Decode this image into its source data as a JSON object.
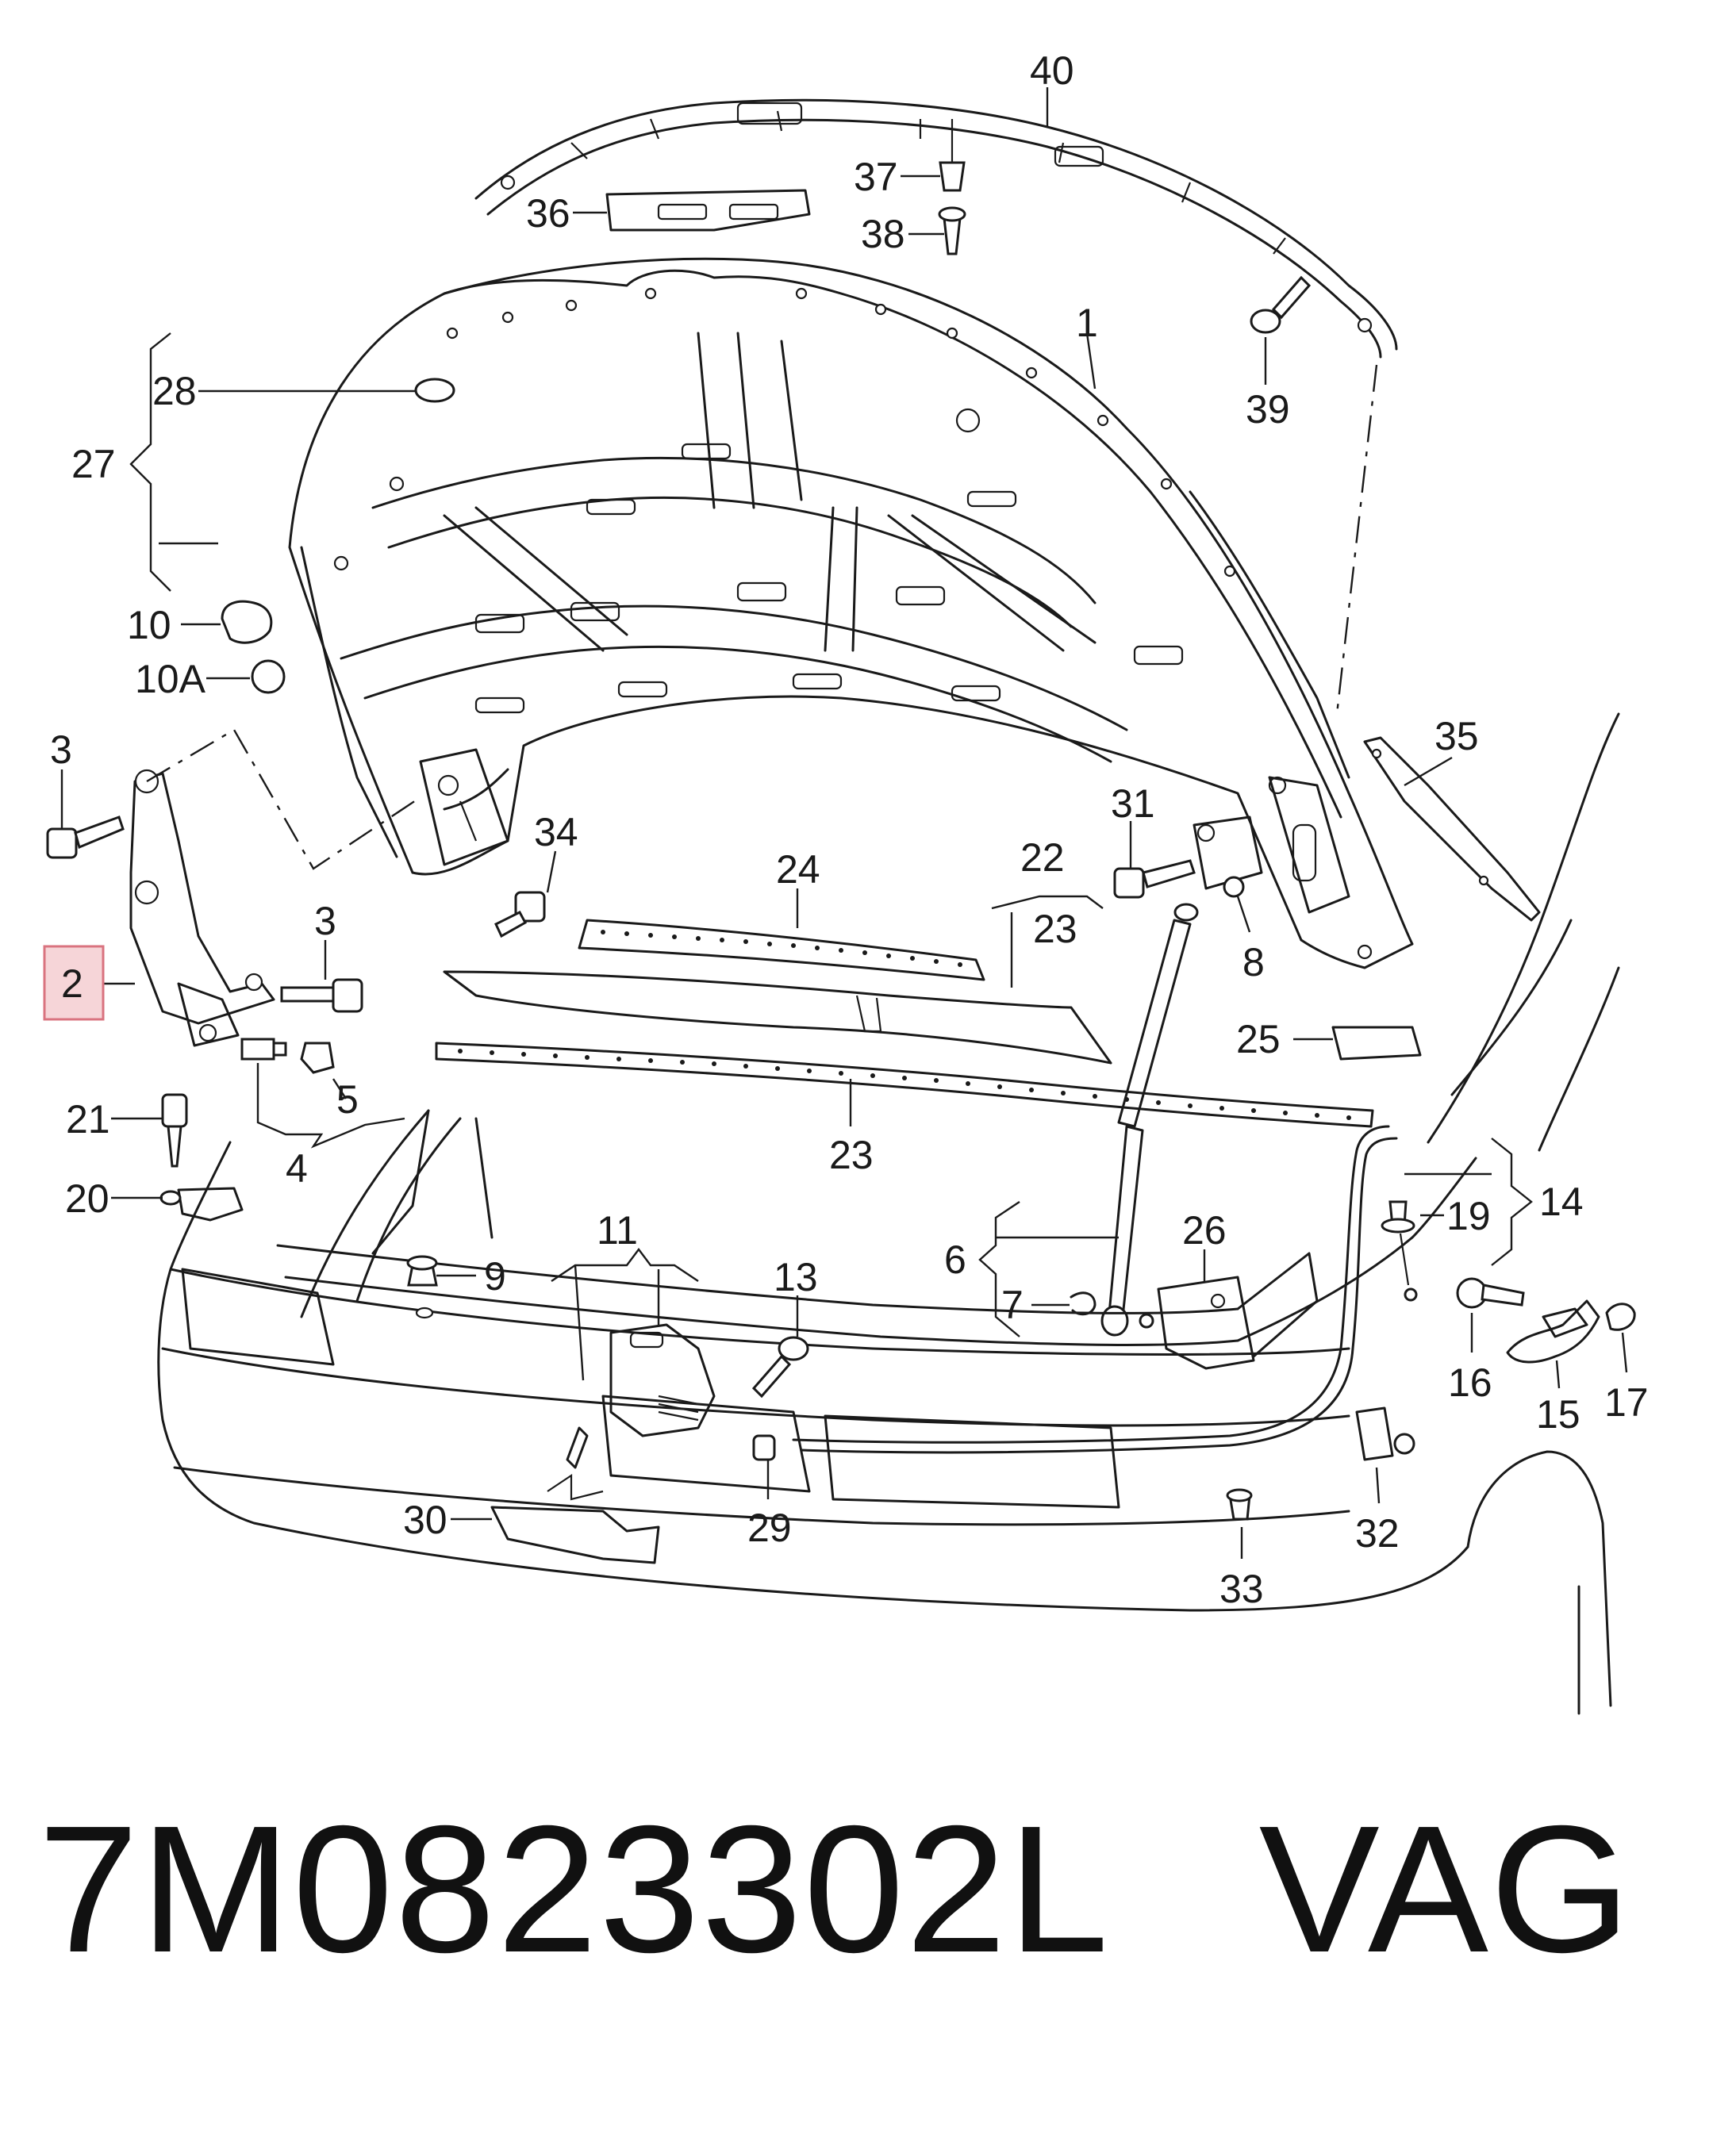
{
  "footer": {
    "part_number": "7M0823302L",
    "brand": "VAG"
  },
  "highlight_color": "#d9737f",
  "callouts": {
    "c40": "40",
    "c37": "37",
    "c38": "38",
    "c36": "36",
    "c1": "1",
    "c39": "39",
    "c28": "28",
    "c27": "27",
    "c10": "10",
    "c10A": "10A",
    "c3a": "3",
    "c3b": "3",
    "c2": "2",
    "c5": "5",
    "c4": "4",
    "c21": "21",
    "c20": "20",
    "c9": "9",
    "c34": "34",
    "c24": "24",
    "c22": "22",
    "c23a": "23",
    "c23b": "23",
    "c31": "31",
    "c8": "8",
    "c35": "35",
    "c25": "25",
    "c11": "11",
    "c13": "13",
    "c6": "6",
    "c7": "7",
    "c26": "26",
    "c14": "14",
    "c19": "19",
    "c16": "16",
    "c15": "15",
    "c17": "17",
    "c30": "30",
    "c29": "29",
    "c33": "33",
    "c32": "32"
  }
}
